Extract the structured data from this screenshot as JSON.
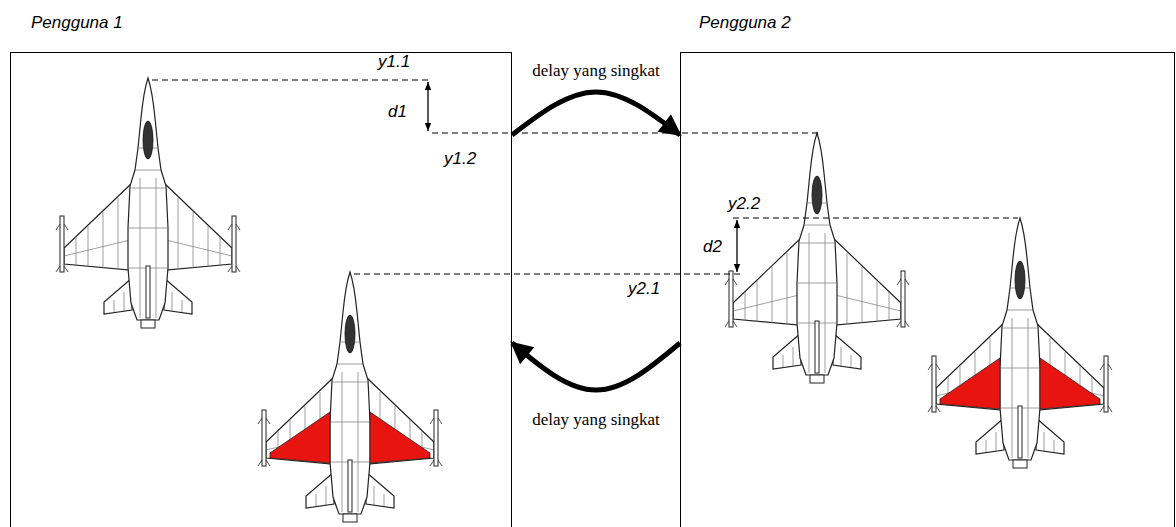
{
  "diagram": {
    "nodes": [
      {
        "text": [
          "Pengguna 1"
        ]
      },
      {
        "text": [
          "Pengguna 2"
        ]
      }
    ],
    "edges": [
      {
        "from": 0,
        "to": 1,
        "arrow": "to",
        "label": "delay yang singkat"
      },
      {
        "from": 1,
        "to": 0,
        "arrow": "to",
        "label": "delay yang singkat"
      }
    ],
    "labels": [
      "y1.1",
      "d1",
      "y1.2",
      "y2.2",
      "d2",
      "y2.1"
    ]
  }
}
